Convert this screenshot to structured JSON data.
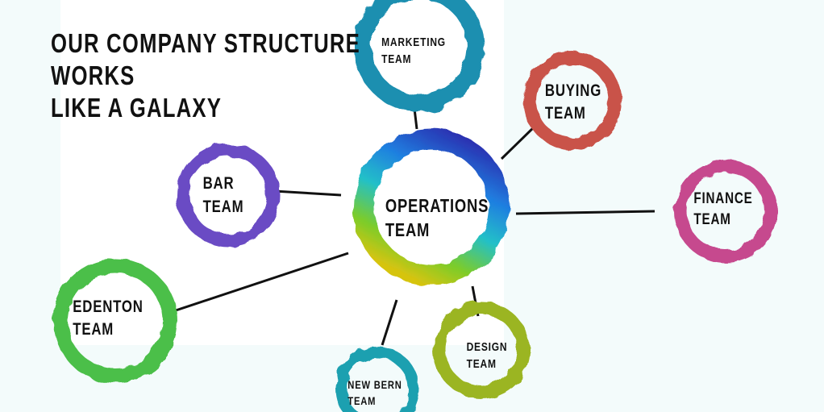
{
  "title": {
    "line1": "OUR COMPANY STRUCTURE",
    "line2": "WORKS",
    "line3": "LIKE A GALAXY"
  },
  "teams": [
    {
      "id": "operations",
      "line1": "OPERATIONS",
      "line2": "TEAM",
      "color": "#2a7fd0"
    },
    {
      "id": "marketing",
      "line1": "MARKETING",
      "line2": "TEAM",
      "color": "#1f8fb0"
    },
    {
      "id": "buying",
      "line1": "BUYING",
      "line2": "TEAM",
      "color": "#c9524a"
    },
    {
      "id": "bar",
      "line1": "BAR",
      "line2": "TEAM",
      "color": "#6a4bc4"
    },
    {
      "id": "finance",
      "line1": "FINANCE",
      "line2": "TEAM",
      "color": "#c64a8e"
    },
    {
      "id": "edenton",
      "line1": "EDENTON",
      "line2": "TEAM",
      "color": "#4cbf4a"
    },
    {
      "id": "design",
      "line1": "DESIGN",
      "line2": "TEAM",
      "color": "#9bb523"
    },
    {
      "id": "newbern",
      "line1": "NEW BERN",
      "line2": "TEAM",
      "color": "#1fa0b0"
    }
  ]
}
